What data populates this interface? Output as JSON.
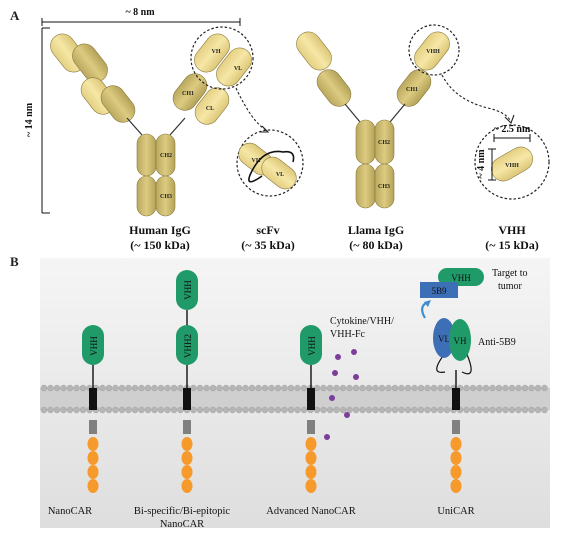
{
  "panel_a": {
    "letter": "A",
    "width_label": "~ 8 nm",
    "height_label": "~ 14 nm",
    "human_igg": {
      "name": "Human IgG",
      "mass": "(~ 150 kDa)",
      "vh": "VH",
      "vl": "VL",
      "ch1": "CH1",
      "cl": "CL",
      "ch2": "CH2",
      "ch3": "CH3"
    },
    "scfv": {
      "name": "scFv",
      "mass": "(~ 35 kDa)",
      "vh": "VH",
      "vl": "VL"
    },
    "llama_igg": {
      "name": "Llama IgG",
      "mass": "(~ 80 kDa)",
      "vhh": "VHH",
      "ch1": "CH1",
      "ch2": "CH2",
      "ch3": "CH3"
    },
    "vhh": {
      "name": "VHH",
      "mass": "(~ 15 kDa)",
      "width_label": "~ 2.5 nm",
      "height_label": "~ 4 nm",
      "domain": "VHH"
    }
  },
  "panel_b": {
    "letter": "B",
    "cars": [
      {
        "label": "NanoCAR"
      },
      {
        "label_line1": "Bi-specific/Bi-epitopic",
        "label_line2": "NanoCAR"
      },
      {
        "label": "Advanced NanoCAR"
      },
      {
        "label": "UniCAR"
      }
    ],
    "domains": {
      "vhh": "VHH",
      "vhh2": "VHH2",
      "vh": "VH",
      "vl": "VL",
      "tag": "5B9"
    },
    "annotations": {
      "cytokine_line1": "Cytokine/VHH/",
      "cytokine_line2": "VHH-Fc",
      "target_line1": "Target to",
      "target_line2": "tumor",
      "anti": "Anti-5B9"
    }
  },
  "colors": {
    "antibody_fill": "#d8c77a",
    "antibody_light": "#f0df95",
    "vhh_green": "#1f9a68",
    "orange": "#f59a2b",
    "gray_transmembrane": "#808080",
    "blue": "#3d6fb6",
    "purple": "#7b3f9a",
    "panel_b_background": "#ebebeb"
  }
}
